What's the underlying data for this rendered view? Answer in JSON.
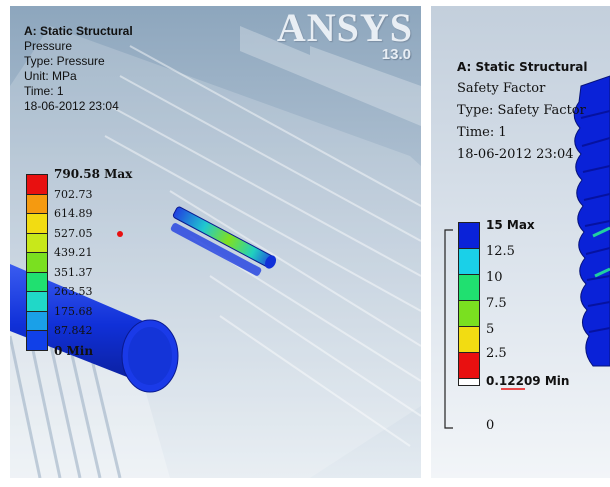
{
  "left_panel": {
    "logo": {
      "name": "ANSYS",
      "version": "13.0"
    },
    "info": {
      "title": "A: Static Structural",
      "line1": "Pressure",
      "line2": "Type: Pressure",
      "line3": "Unit: MPa",
      "line4": "Time: 1",
      "line5": "18-06-2012 23:04"
    },
    "legend": {
      "labels": [
        "790.58 Max",
        "702.73",
        "614.89",
        "527.05",
        "439.21",
        "351.37",
        "263.53",
        "175.68",
        "87.842",
        "0 Min"
      ],
      "colors": [
        "#e81010",
        "#f59a10",
        "#f2dc12",
        "#c8e81a",
        "#7ae020",
        "#20e070",
        "#20d8c8",
        "#1aa0e8",
        "#1040e8"
      ]
    }
  },
  "right_panel": {
    "info": {
      "title": "A: Static Structural",
      "line1": "Safety Factor",
      "line2": "Type: Safety Factor",
      "line3": "Time: 1",
      "line4": "18-06-2012 23:04"
    },
    "legend": {
      "labels": [
        "15 Max",
        "12.5",
        "10",
        "7.5",
        "5",
        "2.5",
        "0.12209 Min",
        "0"
      ],
      "colors": [
        "#0a22d8",
        "#1ad0e8",
        "#20e070",
        "#7ae020",
        "#f2dc12",
        "#e81010",
        "#ffffff"
      ]
    }
  },
  "colors": {
    "viewport_bg_top": "#8da6bd",
    "viewport_bg_bottom": "#e4ebf1",
    "model_blue": "#1030d8"
  },
  "icons": [
    "ansys-logo",
    "color-legend",
    "fe-model"
  ]
}
